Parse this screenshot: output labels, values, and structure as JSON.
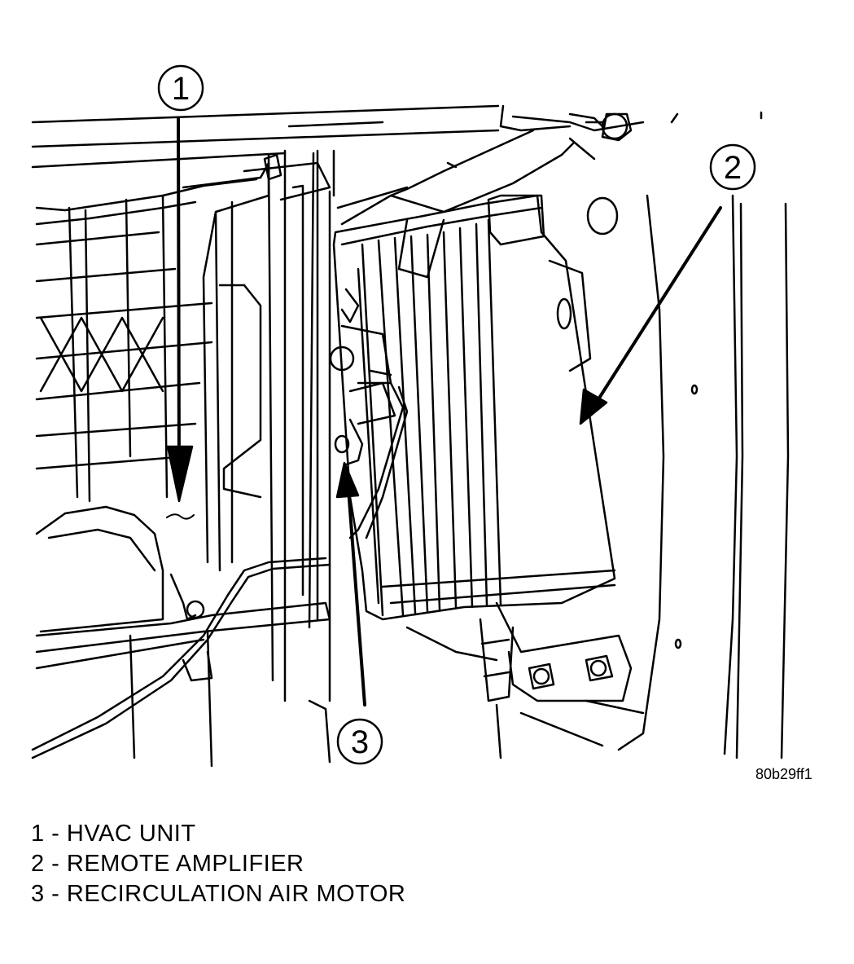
{
  "figure_id": "80b29ff1",
  "callouts": [
    {
      "number": "1"
    },
    {
      "number": "2"
    },
    {
      "number": "3"
    }
  ],
  "legend": [
    "1 - HVAC UNIT",
    "2 - REMOTE AMPLIFIER",
    "3 - RECIRCULATION AIR MOTOR"
  ]
}
